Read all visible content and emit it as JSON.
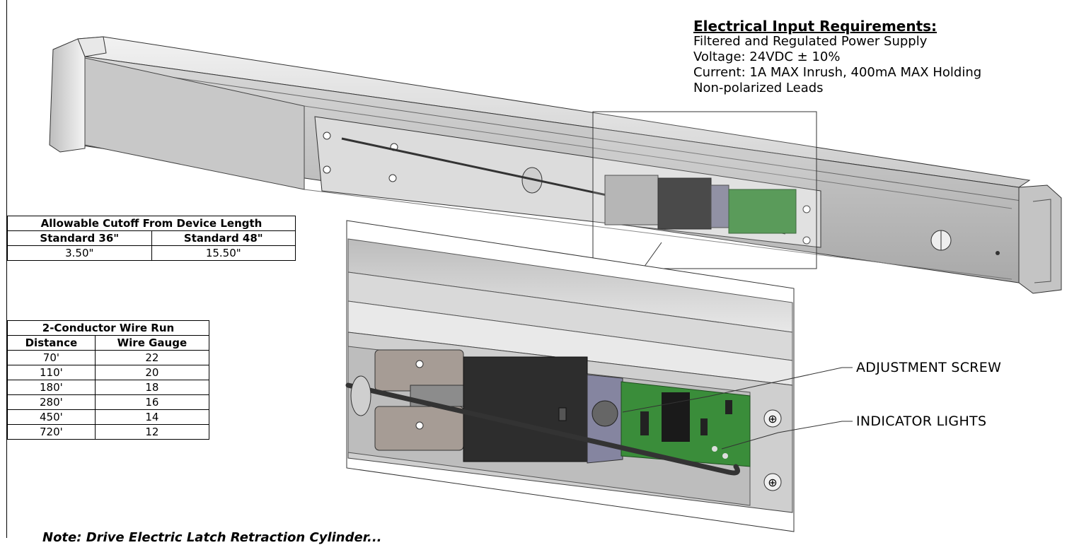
{
  "requirements": {
    "heading": "Electrical Input Requirements:",
    "lines": [
      "Filtered and Regulated Power Supply",
      "Voltage: 24VDC ± 10%",
      "Current:  1A MAX Inrush, 400mA MAX Holding",
      "Non-polarized Leads"
    ]
  },
  "cutoff_table": {
    "title": "Allowable Cutoff From Device Length",
    "headers": [
      "Standard 36\"",
      "Standard 48\""
    ],
    "values": [
      "3.50\"",
      "15.50\""
    ]
  },
  "wire_table": {
    "title": "2-Conductor Wire Run",
    "headers": [
      "Distance",
      "Wire Gauge"
    ],
    "rows": [
      [
        "70'",
        "22"
      ],
      [
        "110'",
        "20"
      ],
      [
        "180'",
        "18"
      ],
      [
        "280'",
        "16"
      ],
      [
        "450'",
        "14"
      ],
      [
        "720'",
        "12"
      ]
    ]
  },
  "callouts": {
    "adjustment_screw": "ADJUSTMENT SCREW",
    "indicator_lights": "INDICATOR LIGHTS"
  },
  "footer_note": "Note: Drive Electric Latch Retraction Cylinder..."
}
